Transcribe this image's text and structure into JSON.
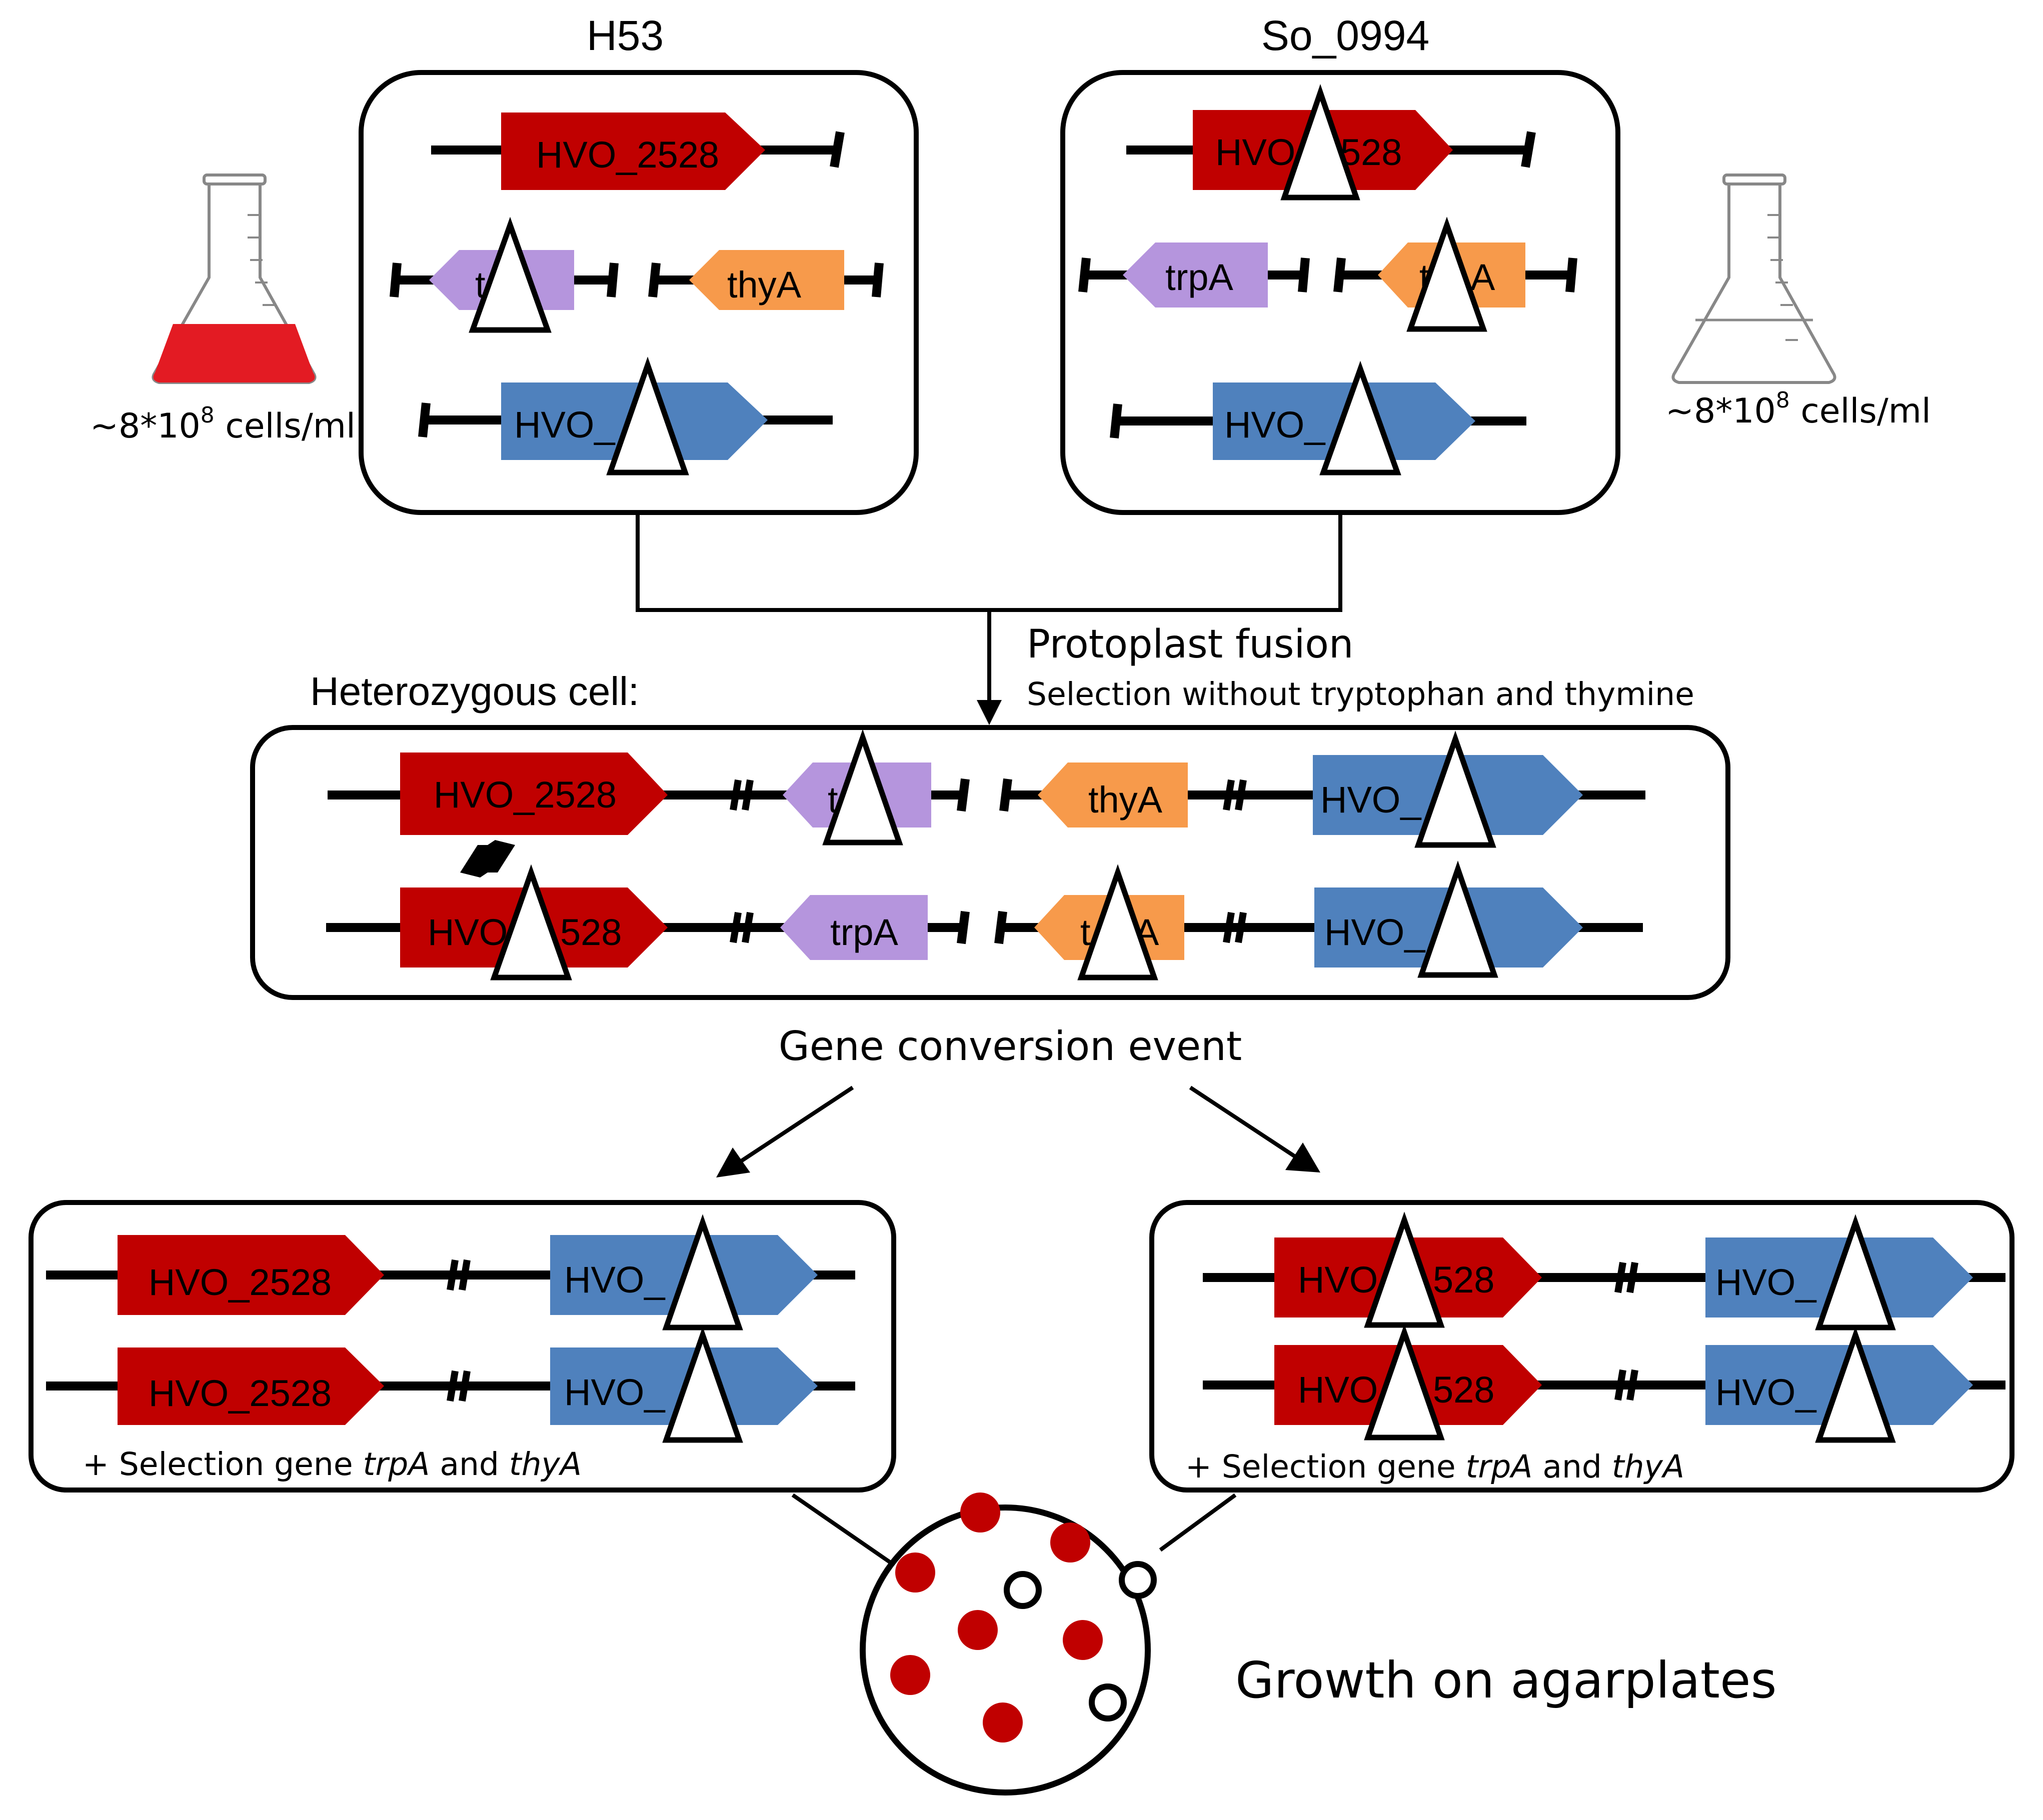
{
  "strains": {
    "left": "H53",
    "right": "So_0994"
  },
  "cell_density": {
    "left_prefix": "~8*10",
    "left_exp": "8",
    "left_suffix": " cells/ml",
    "right_prefix": "~8*10",
    "right_exp": "8",
    "right_suffix": " cells/ml"
  },
  "genes": {
    "hvo_2528": "HVO_2528",
    "hvo_2528_left": "HVO",
    "hvo_2528_right": "528",
    "hvo_2528_right_b": "528",
    "trpA": "trpA",
    "trpA_left": "t",
    "thyA": "thyA",
    "thyA_left": "th",
    "thyA_right": "A",
    "thyA_left_b": "t",
    "thyA_right_b": "A",
    "hvo_x_partial": "HVO_",
    "hvo_x_partial_b": "HVO_X"
  },
  "steps": {
    "fusion": "Protoplast fusion",
    "selection": "Selection without tryptophan and thymine",
    "heterozygous": "Heterozygous cell:",
    "conversion": "Gene conversion event",
    "selection_gene_prefix": "+ Selection gene ",
    "selection_gene_a": "trpA",
    "selection_gene_mid": " and ",
    "selection_gene_b": "thyA",
    "growth": "Growth on agarplates"
  },
  "colors": {
    "hvo_2528": "#c00000",
    "trpA": "#b595dd",
    "thyA": "#f79a4b",
    "hvo_x": "#4f81bd",
    "culture": "#e31b23",
    "colony": "#c00000"
  }
}
